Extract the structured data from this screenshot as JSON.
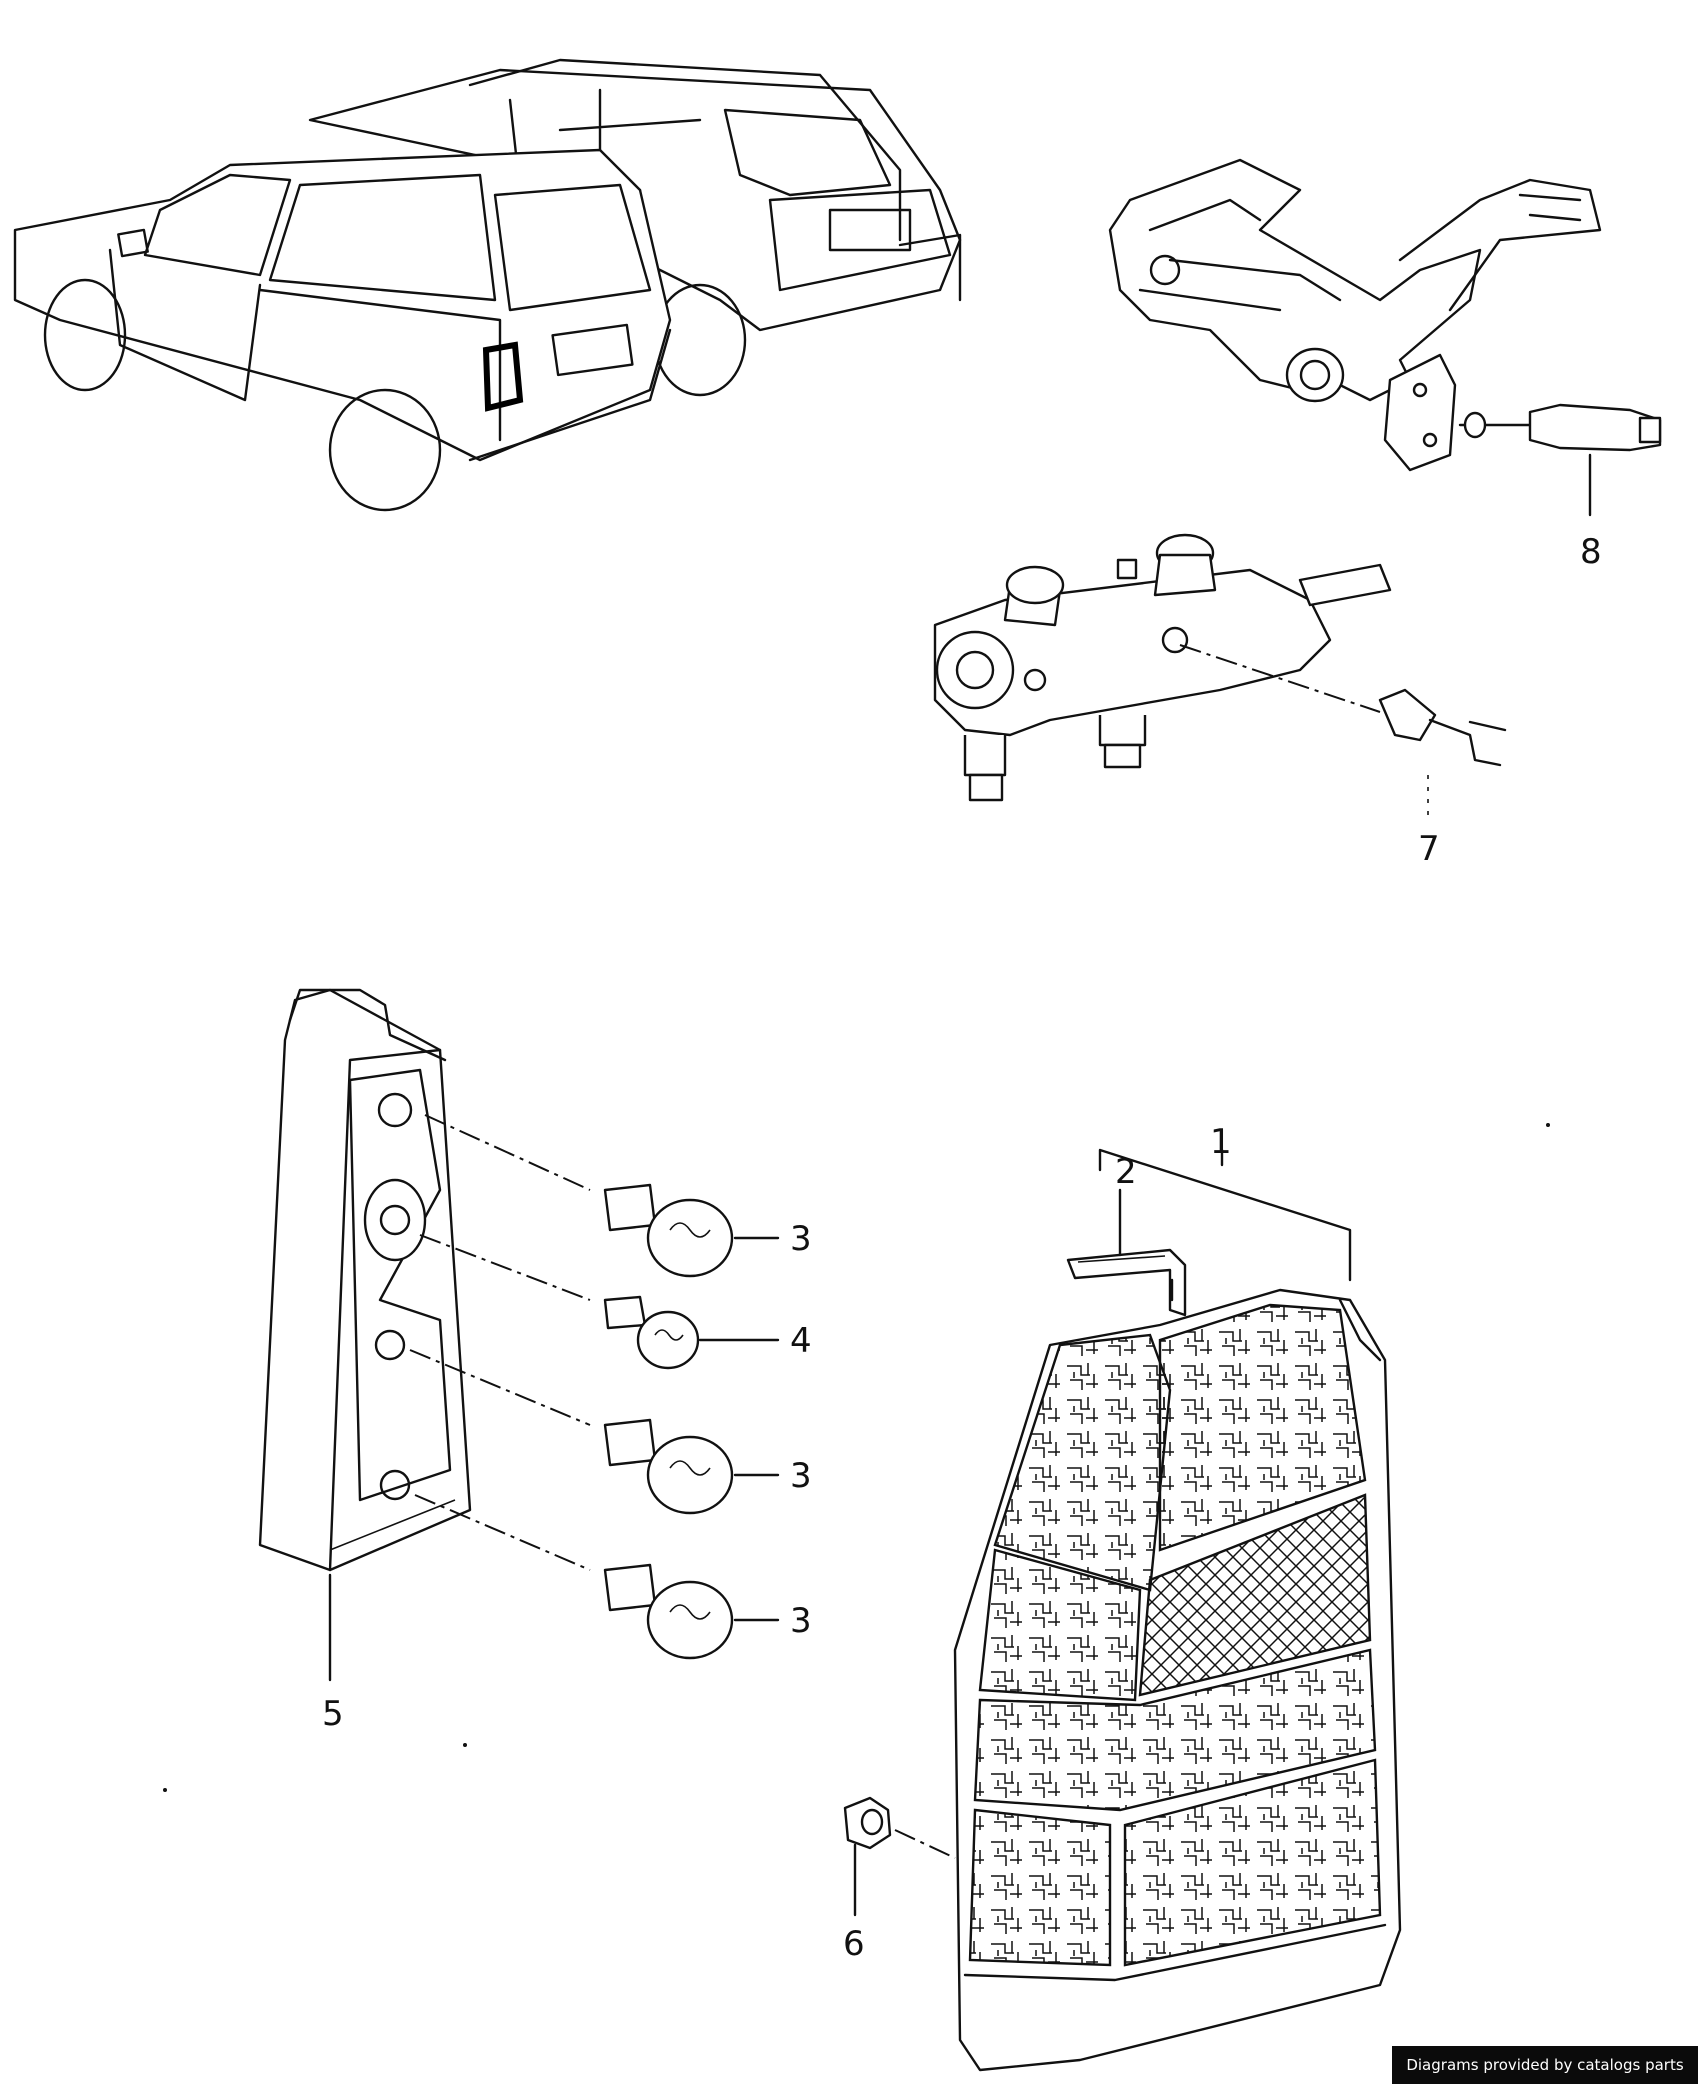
{
  "diagram": {
    "callouts": [
      {
        "id": "1",
        "label": "1"
      },
      {
        "id": "2",
        "label": "2"
      },
      {
        "id": "3a",
        "label": "3"
      },
      {
        "id": "3b",
        "label": "3"
      },
      {
        "id": "3c",
        "label": "3"
      },
      {
        "id": "4",
        "label": "4"
      },
      {
        "id": "5",
        "label": "5"
      },
      {
        "id": "6",
        "label": "6"
      },
      {
        "id": "7",
        "label": "7"
      },
      {
        "id": "8",
        "label": "8"
      }
    ]
  },
  "footer": {
    "credit": "Diagrams provided by catalogs parts"
  }
}
